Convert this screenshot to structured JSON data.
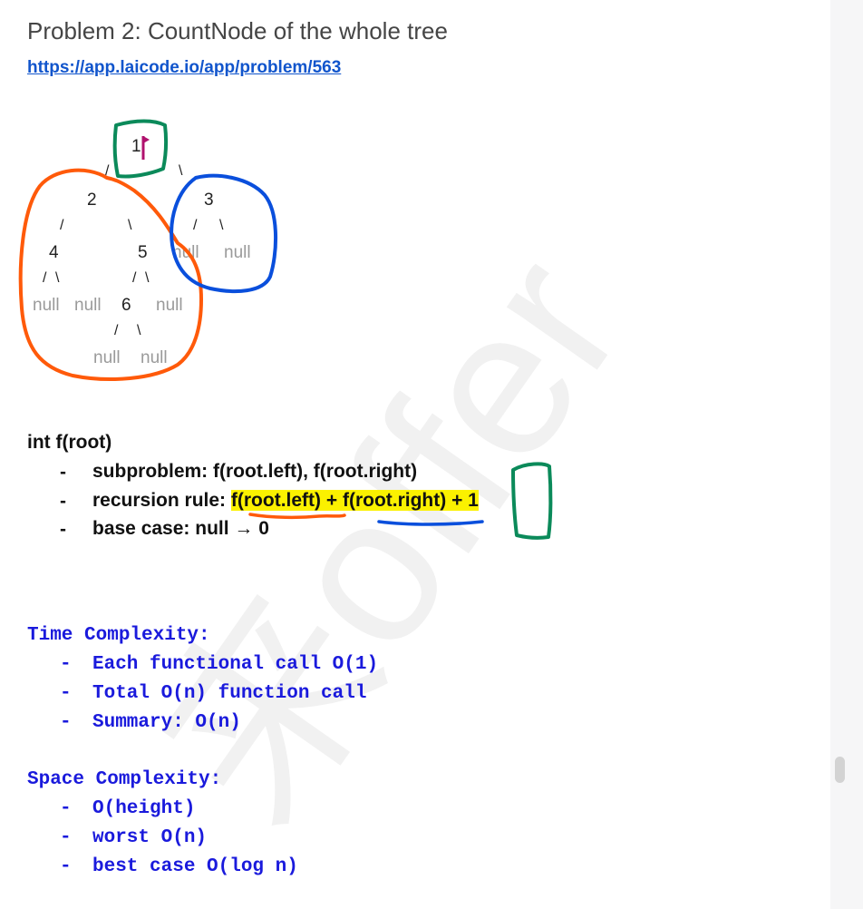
{
  "header": {
    "title": "Problem 2: CountNode of the whole tree",
    "link": "https://app.laicode.io/app/problem/563"
  },
  "tree": {
    "root": "1",
    "left": "2",
    "right": "3",
    "left_left": "4",
    "left_right": "5",
    "right_left": "null",
    "right_right": "null",
    "ll_left": "null",
    "ll_right": "null",
    "lr_left": "6",
    "lr_right": "null",
    "six_left": "null",
    "six_right": "null",
    "edge_left": "/",
    "edge_right": "\\"
  },
  "function": {
    "signature": "int f(root)",
    "bullet_mark": "-",
    "subproblem": "subproblem: f(root.left), f(root.right)",
    "recursion_prefix": "recursion rule: ",
    "recursion_formula": "f(root.left) + f(root.right) + 1",
    "base_case": "base case: null → 0"
  },
  "time": {
    "heading": "Time Complexity:",
    "items": [
      "Each functional call O(1)",
      "Total O(n) function call",
      "Summary: O(n)"
    ]
  },
  "space": {
    "heading": "Space Complexity:",
    "items": [
      "O(height)",
      "worst O(n)",
      "best case O(log n)"
    ]
  },
  "colors": {
    "link": "#1155cc",
    "code_blue": "#1a1adc",
    "highlight": "#fbf100",
    "ink_orange": "#ff5a0a",
    "ink_blue": "#0a4fdc",
    "ink_green": "#0b8a5a",
    "ink_magenta": "#b0126e"
  },
  "watermark_text": "来offer"
}
